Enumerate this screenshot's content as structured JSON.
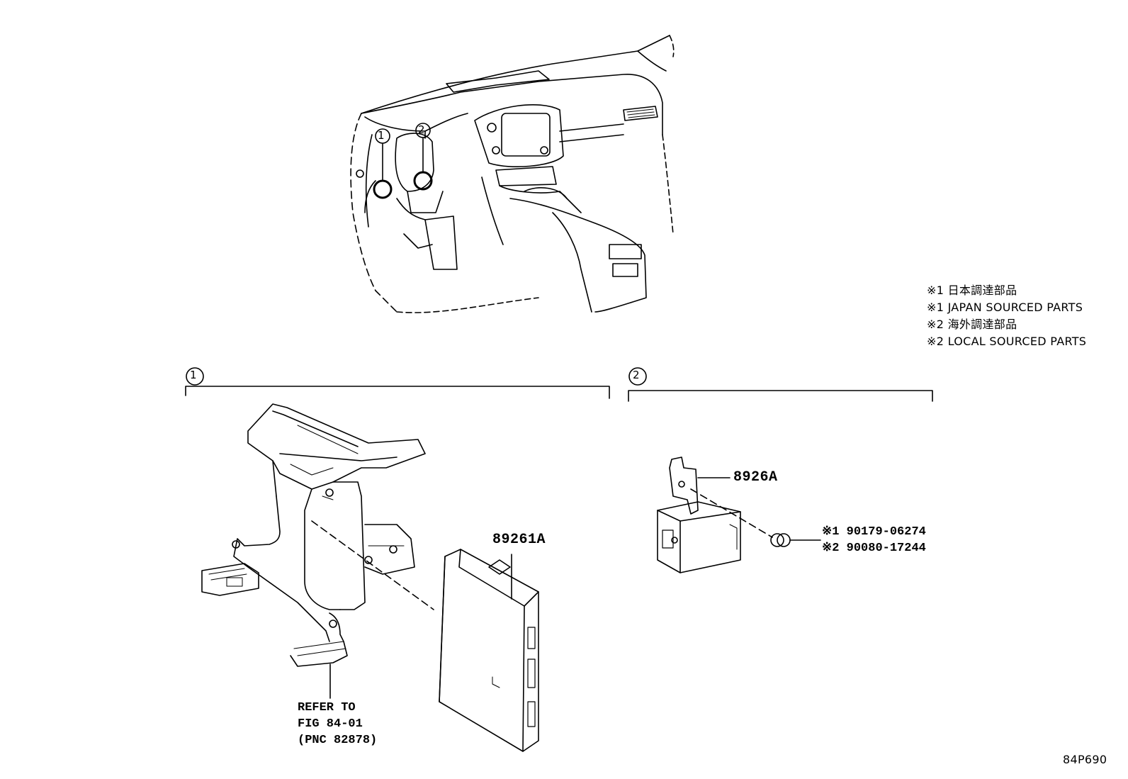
{
  "notes": [
    "※1 日本調達部品",
    "※1 JAPAN SOURCED PARTS",
    "※2 海外調達部品",
    "※2 LOCAL SOURCED PARTS"
  ],
  "callouts": {
    "circle_1": "1",
    "circle_2": "2"
  },
  "section_1": {
    "number": "1",
    "part_ecu": "89261A",
    "refer_line1": "REFER TO",
    "refer_line2": "FIG 84-01",
    "refer_line3": "(PNC 82878)"
  },
  "section_2": {
    "number": "2",
    "part_bracket": "8926A",
    "bolt_1": "※1 90179-06274",
    "bolt_2": "※2 90080-17244"
  },
  "figure_id": "84P690"
}
